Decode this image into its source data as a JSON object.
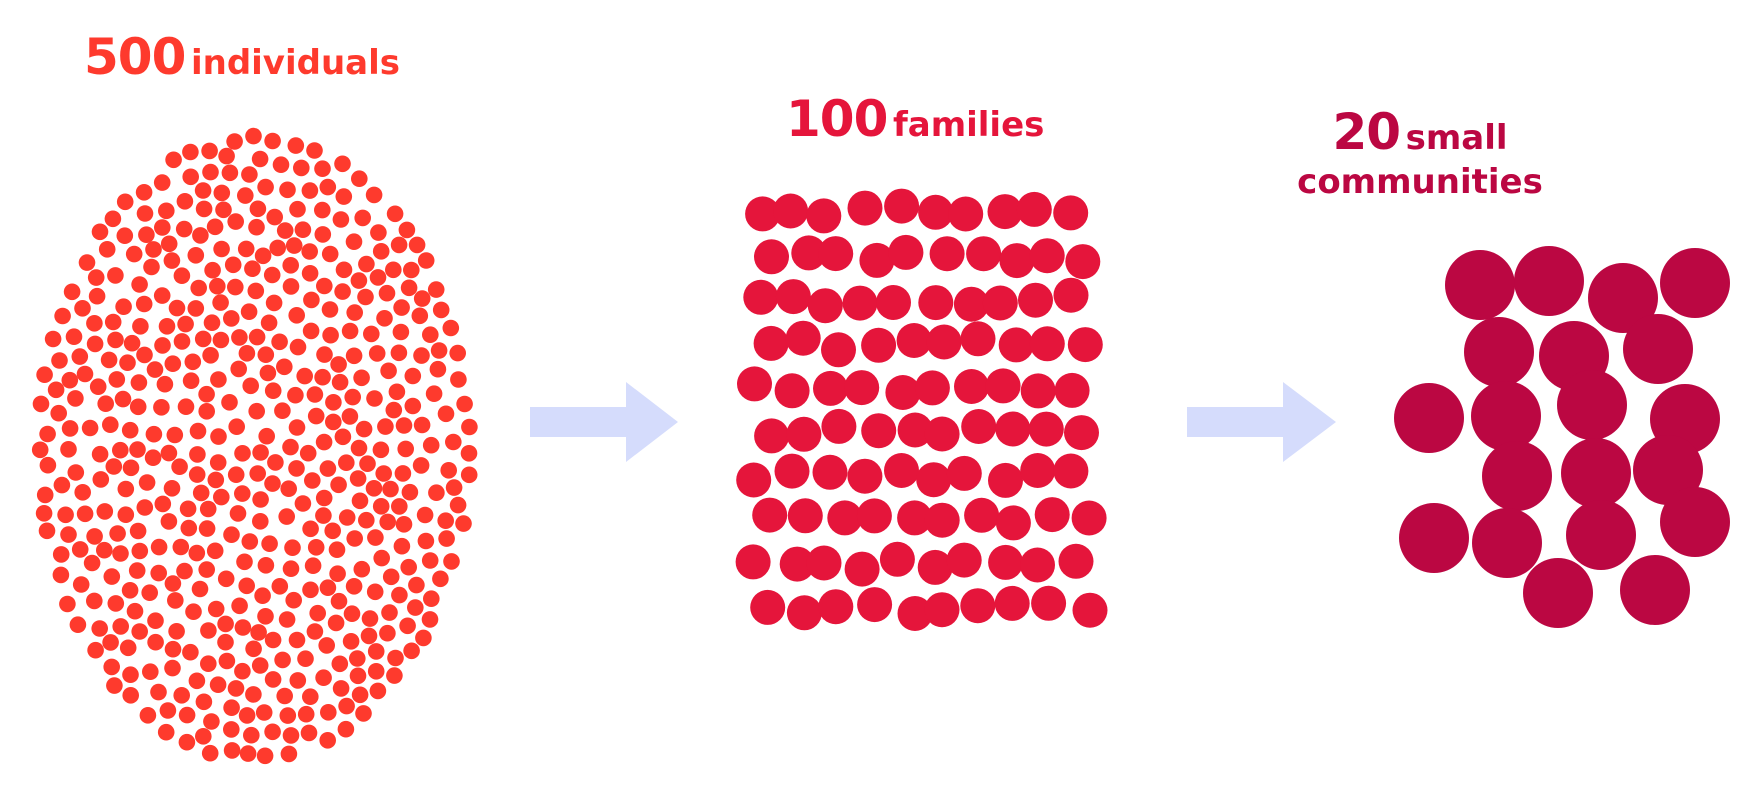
{
  "colors": {
    "individuals": "#fe3a2d",
    "families": "#e5153b",
    "communities": "#bb0742",
    "arrow": "#d5dcfc"
  },
  "groups": [
    {
      "number": "500",
      "word": "individuals",
      "count": 500
    },
    {
      "number": "100",
      "word": "families",
      "count": 100
    },
    {
      "number": "20",
      "word": "small",
      "word2": "communities",
      "count": 20
    }
  ]
}
